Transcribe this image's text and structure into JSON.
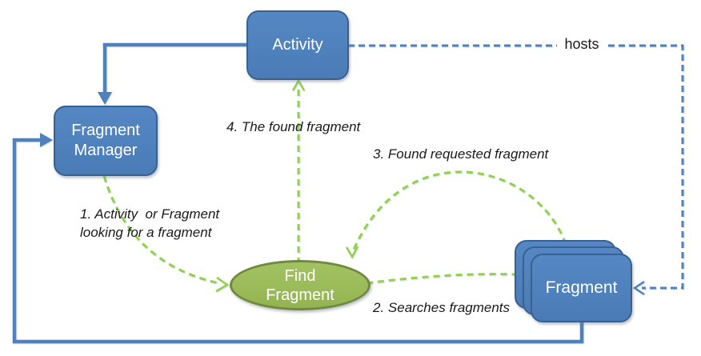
{
  "nodes": {
    "activity": {
      "label": "Activity"
    },
    "fragment_manager": {
      "label": "Fragment Manager"
    },
    "find_fragment": {
      "label": "Find Fragment"
    },
    "fragment": {
      "label": "Fragment"
    }
  },
  "edges": {
    "hosts": {
      "label": "hosts"
    },
    "step1": {
      "line1": "1. Activity  or Fragment",
      "line2": "looking for a fragment"
    },
    "step2": {
      "label": "2. Searches fragments"
    },
    "step3": {
      "label": "3. Found requested fragment"
    },
    "step4": {
      "label": "4. The found fragment"
    }
  },
  "colors": {
    "node_fill_blue": "#4f81bd",
    "node_border_blue": "#38618f",
    "ellipse_fill_green": "#9bbb59",
    "ellipse_border_green": "#71893f",
    "arrow_green": "#92d050",
    "arrow_blue": "#4f81bd",
    "label_text": "#1a1a1a"
  }
}
